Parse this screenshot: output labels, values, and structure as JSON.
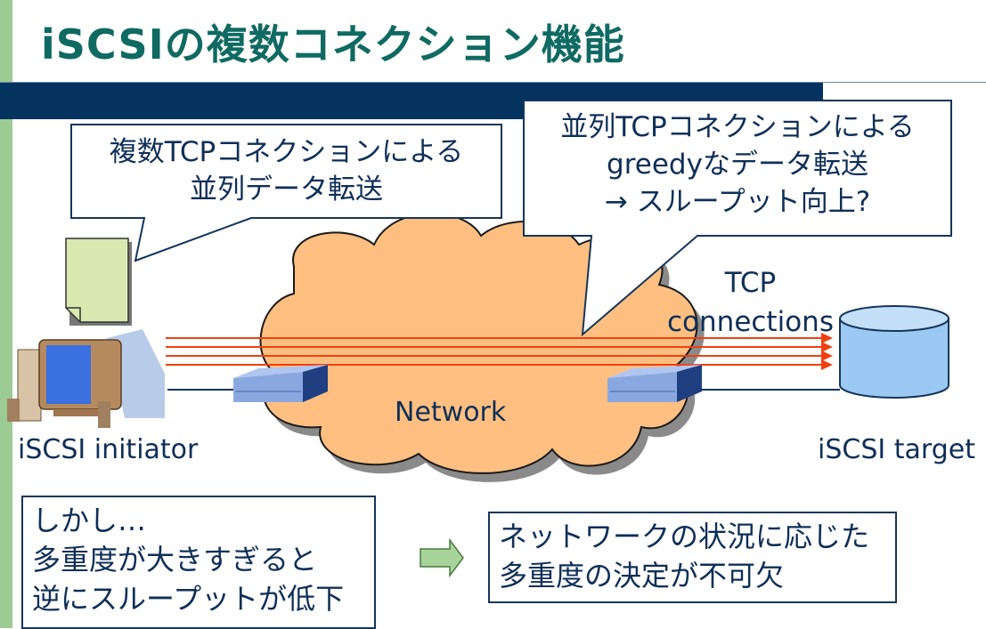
{
  "slide": {
    "title": "iSCSIの複数コネクション機能",
    "accent_colors": {
      "title": "#0f6a62",
      "band": "#04335f",
      "left_bar": "#9ccb94",
      "cloud": "#ffbf80",
      "connections": "#f04010"
    }
  },
  "callouts": {
    "left": {
      "lines": [
        "複数TCPコネクションによる",
        "並列データ転送"
      ]
    },
    "right": {
      "lines": [
        "並列TCPコネクションによる",
        "greedyなデータ転送",
        "→ スループット向上?"
      ]
    }
  },
  "diagram": {
    "initiator_label": "iSCSI initiator",
    "target_label": "iSCSI target",
    "network_label": "Network",
    "connections_label": [
      "TCP",
      "connections"
    ],
    "connection_count": 4
  },
  "bottom": {
    "problem_box": {
      "lines": [
        "しかし…",
        "多重度が大きすぎると",
        "逆にスループットが低下"
      ]
    },
    "conclusion_box": {
      "lines": [
        "ネットワークの状況に応じた",
        "多重度の決定が不可欠"
      ]
    }
  }
}
